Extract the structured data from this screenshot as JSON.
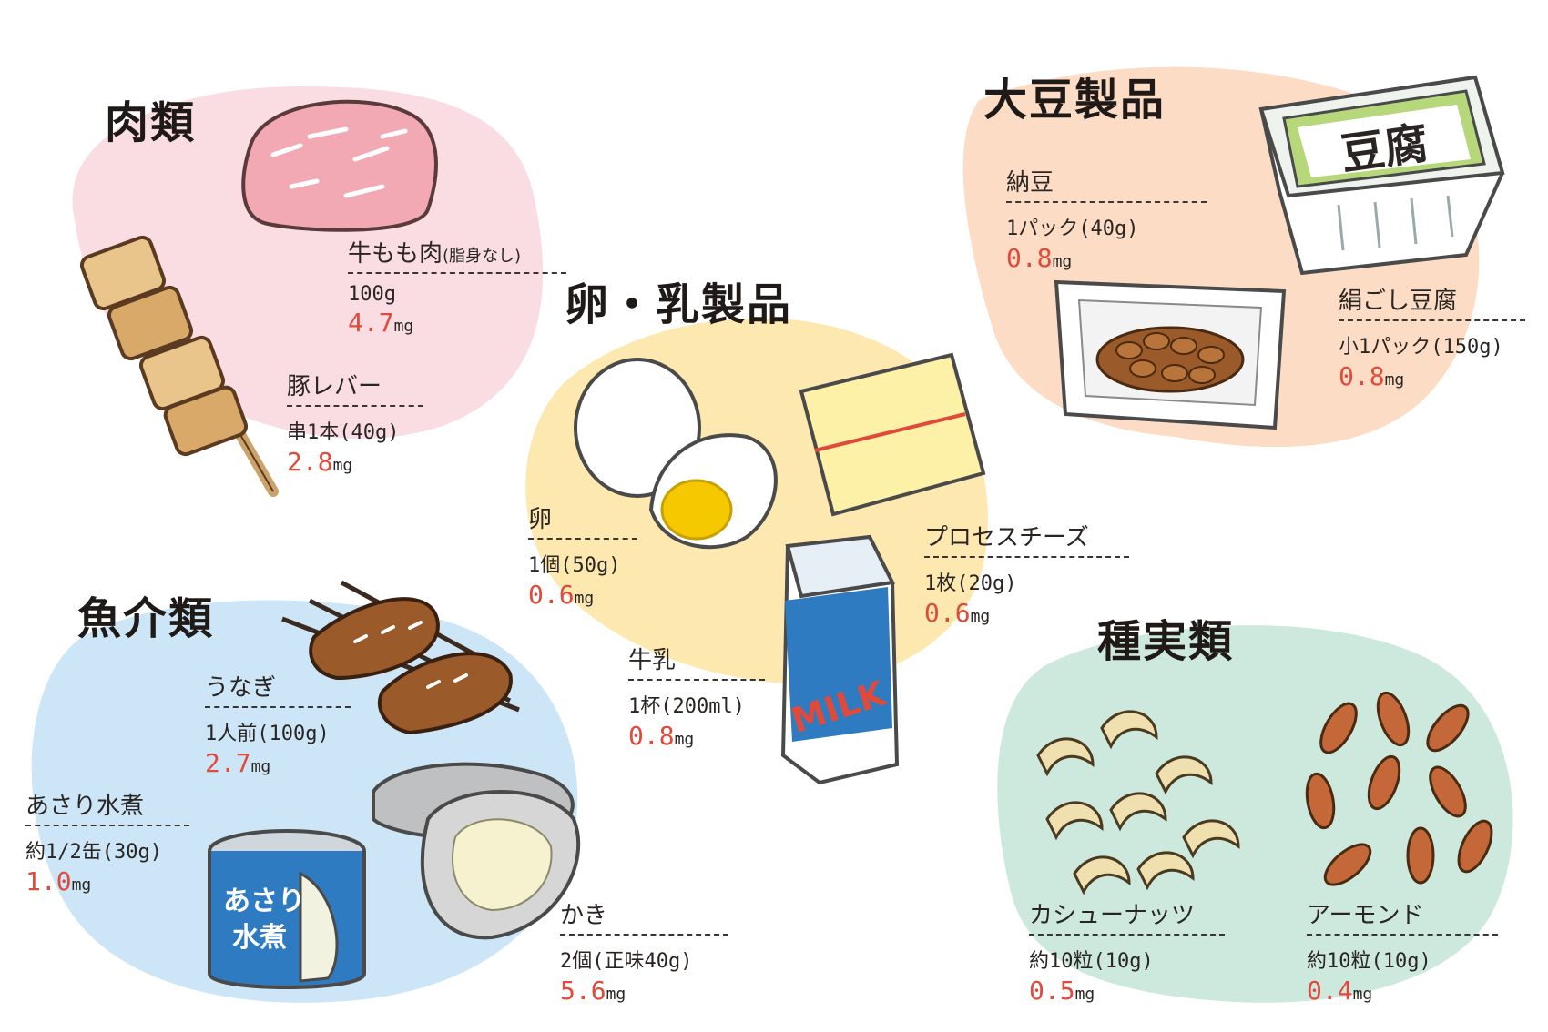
{
  "colors": {
    "meat_blob": "#f9dde2",
    "soy_blob": "#fcdcc4",
    "egg_blob": "#fde9b0",
    "fish_blob": "#cde6f7",
    "nuts_blob": "#cde9de",
    "value_red": "#e04a3a"
  },
  "categories": {
    "meat": "肉類",
    "egg_dairy": "卵・乳製品",
    "soy": "大豆製品",
    "fish": "魚介類",
    "nuts": "種実類"
  },
  "items": {
    "beef": {
      "name": "牛もも肉",
      "note": "(脂身なし)",
      "amount": "100g",
      "value": "4.7",
      "unit": "mg"
    },
    "pork_liver": {
      "name": "豚レバー",
      "amount": "串1本(40g)",
      "value": "2.8",
      "unit": "mg"
    },
    "egg": {
      "name": "卵",
      "amount": "1個(50g)",
      "value": "0.6",
      "unit": "mg"
    },
    "milk": {
      "name": "牛乳",
      "amount": "1杯(200ml)",
      "value": "0.8",
      "unit": "mg"
    },
    "cheese": {
      "name": "プロセスチーズ",
      "amount": "1枚(20g)",
      "value": "0.6",
      "unit": "mg"
    },
    "natto": {
      "name": "納豆",
      "amount": "1パック(40g)",
      "value": "0.8",
      "unit": "mg"
    },
    "tofu": {
      "name": "絹ごし豆腐",
      "amount": "小1パック(150g)",
      "value": "0.8",
      "unit": "mg"
    },
    "eel": {
      "name": "うなぎ",
      "amount": "1人前(100g)",
      "value": "2.7",
      "unit": "mg"
    },
    "clam": {
      "name": "あさり水煮",
      "amount": "約1/2缶(30g)",
      "value": "1.0",
      "unit": "mg"
    },
    "oyster": {
      "name": "かき",
      "amount": "2個(正味40g)",
      "value": "5.6",
      "unit": "mg"
    },
    "cashew": {
      "name": "カシューナッツ",
      "amount": "約10粒(10g)",
      "value": "0.5",
      "unit": "mg"
    },
    "almond": {
      "name": "アーモンド",
      "amount": "約10粒(10g)",
      "value": "0.4",
      "unit": "mg"
    }
  },
  "illustration_text": {
    "tofu_label": "豆腐",
    "milk_label": "MILK",
    "can_label_1": "あさり",
    "can_label_2": "水煮"
  }
}
